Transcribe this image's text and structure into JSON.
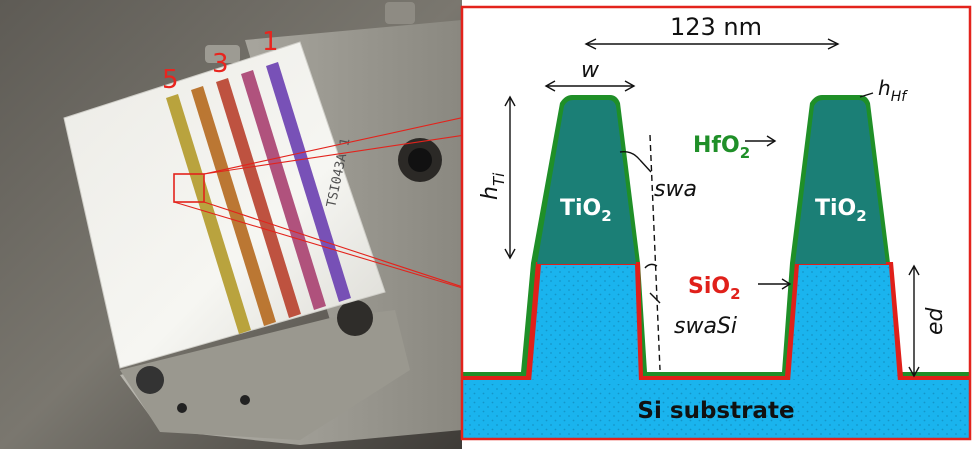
{
  "photo": {
    "stripe_numbers": [
      "5",
      "3",
      "1"
    ],
    "sample_marking": "TSI043A 1",
    "stripe_colors": [
      "#b39a2a",
      "#b5691e",
      "#b8402c",
      "#a84070",
      "#6a3fb0"
    ]
  },
  "cross_section": {
    "dimension_top": "123 nm",
    "w": "w",
    "h_hf": {
      "base": "h",
      "sub": "Hf"
    },
    "h_ti": {
      "base": "h",
      "sub": "Ti"
    },
    "swa": "swa",
    "swasi": "swaSi",
    "ed": "ed",
    "hfo2": {
      "base": "HfO",
      "sub": "2"
    },
    "sio2": {
      "base": "SiO",
      "sub": "2"
    },
    "tio2_left": {
      "base": "TiO",
      "sub": "2"
    },
    "tio2_right": {
      "base": "TiO",
      "sub": "2"
    },
    "substrate": "Si substrate"
  },
  "colors": {
    "frame_red": "#e3231c",
    "label_red": "#e8251f",
    "hfo2_green": "#1f8f28",
    "sio2_red": "#e0201a",
    "tio2_teal": "#1b7f76",
    "si_blue": "#1ab4ee"
  }
}
